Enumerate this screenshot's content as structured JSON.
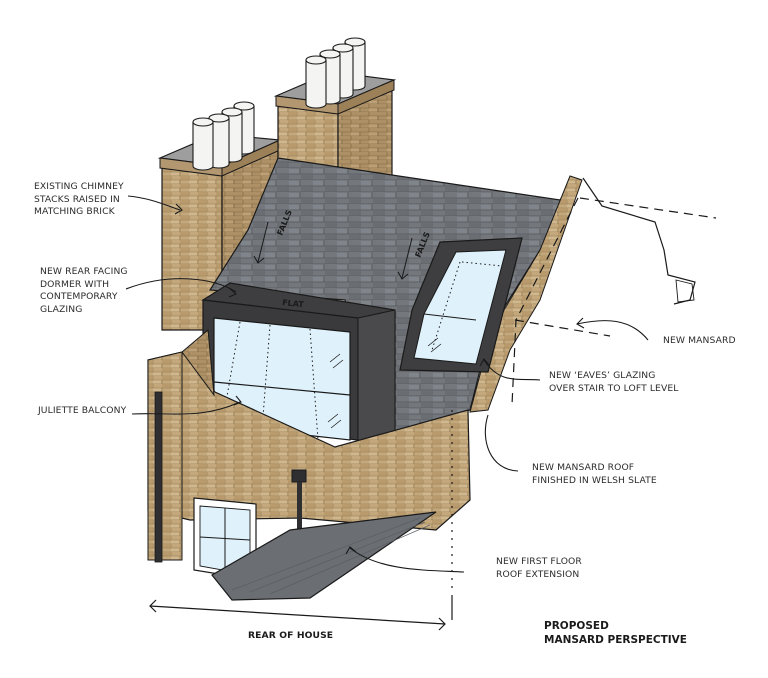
{
  "drawing": {
    "title_line1": "PROPOSED",
    "title_line2": "MANSARD PERSPECTIVE",
    "dimension_label": "REAR OF HOUSE",
    "roof_labels": {
      "falls_left": "FALLS",
      "falls_right": "FALLS",
      "flat": "FLAT"
    },
    "colors": {
      "brick": "#c2a67a",
      "brick_dark": "#a88b5f",
      "slate": "#6f7378",
      "slate_light": "#858a90",
      "dormer_frame": "#3e3e40",
      "glazing": "#dff1fb",
      "chimney_pot": "#f4f4f2",
      "line": "#1a1a1a"
    }
  },
  "annotations": [
    {
      "id": "chimney",
      "text": "EXISTING CHIMNEY\nSTACKS RAISED IN\nMATCHING BRICK"
    },
    {
      "id": "dormer",
      "text": "NEW REAR FACING\nDORMER WITH\nCONTEMPORARY\nGLAZING"
    },
    {
      "id": "balcony",
      "text": "JULIETTE BALCONY"
    },
    {
      "id": "mansard",
      "text": "NEW MANSARD"
    },
    {
      "id": "eaves",
      "text": "NEW ‘EAVES’ GLAZING\nOVER STAIR TO LOFT LEVEL"
    },
    {
      "id": "roof",
      "text": "NEW MANSARD ROOF\nFINISHED IN WELSH SLATE"
    },
    {
      "id": "extension",
      "text": "NEW FIRST FLOOR\nROOF EXTENSION"
    }
  ]
}
